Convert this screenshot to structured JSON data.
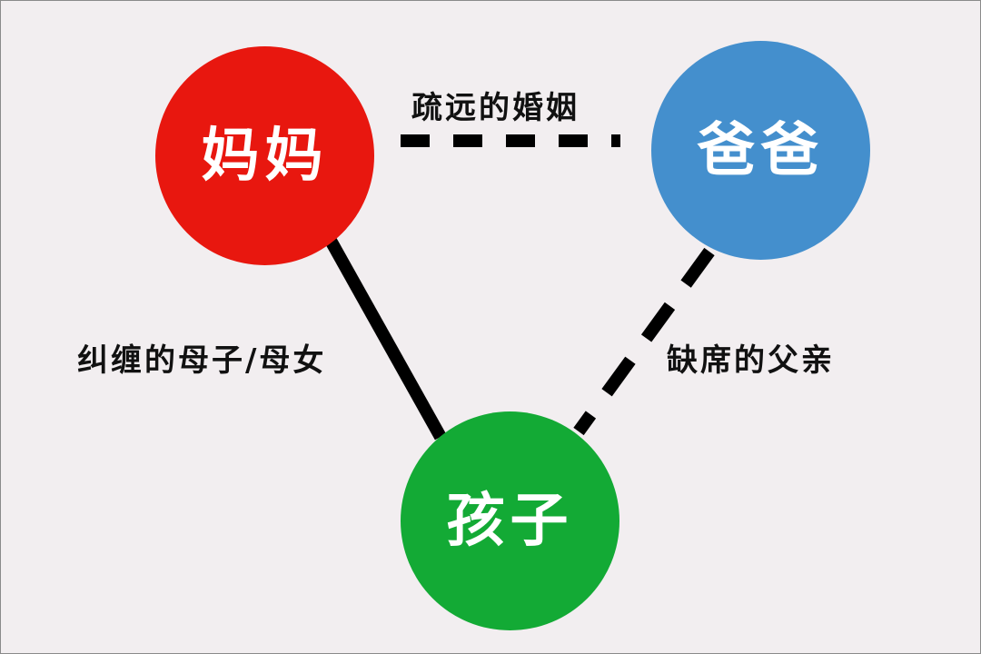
{
  "colors": {
    "background": "#f2eef0",
    "mother": "#e8170f",
    "father": "#448fcd",
    "child": "#13aa35",
    "line": "#000000"
  },
  "nodes": {
    "mother": {
      "label": "妈妈"
    },
    "father": {
      "label": "爸爸"
    },
    "child": {
      "label": "孩子"
    }
  },
  "relations": {
    "marriage": {
      "label": "疏远的婚姻",
      "style": "dashed"
    },
    "mother_child": {
      "label": "纠缠的母子/母女",
      "style": "solid"
    },
    "father_child": {
      "label": "缺席的父亲",
      "style": "dashed"
    }
  }
}
